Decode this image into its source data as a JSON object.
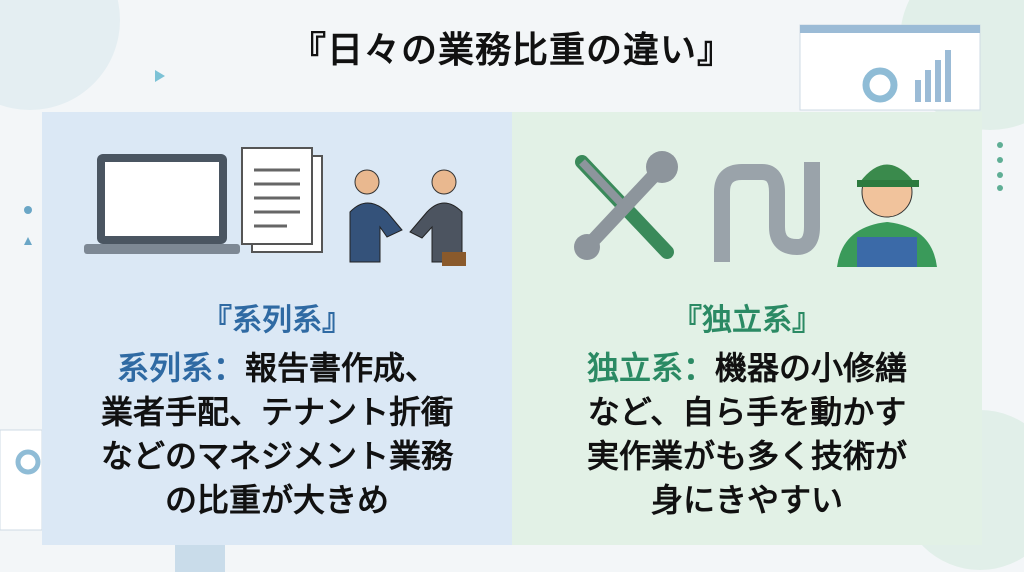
{
  "title": "『日々の業務比重の違い』",
  "left": {
    "label": "『系列系』",
    "accent": "系列系：",
    "lines": [
      "報告書作成、",
      "業者手配、テナント折衝",
      "などのマネジメント業務",
      "の比重が大きめ"
    ],
    "color": "#2f6aa3"
  },
  "right": {
    "label": "『独立系』",
    "accent": "独立系：",
    "lines": [
      "機器の小修繕",
      "など、自ら手を動かす",
      "実作業がも多く技術が",
      "身にきやすい"
    ],
    "color": "#2b8a64"
  }
}
